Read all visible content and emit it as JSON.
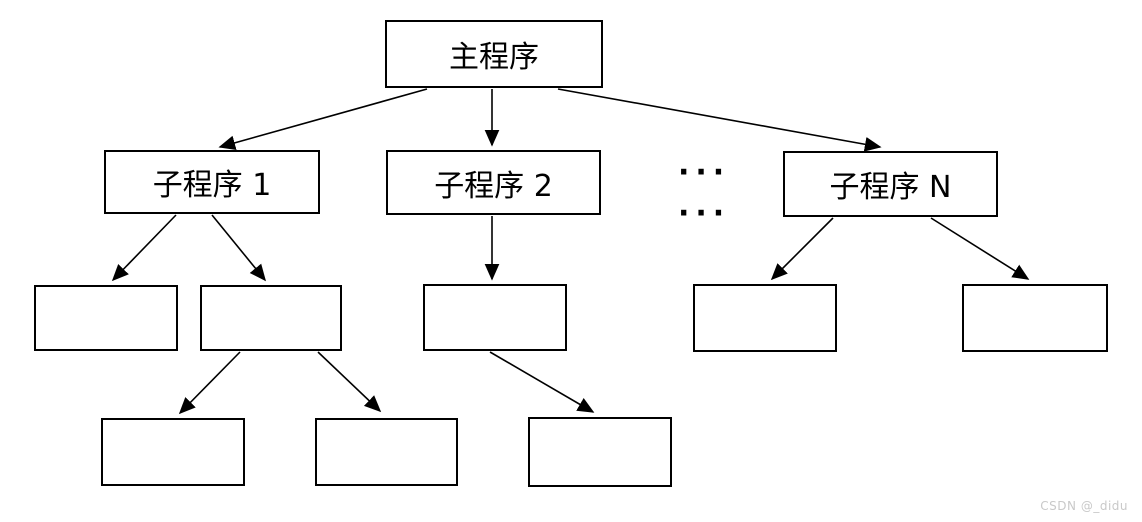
{
  "diagram": {
    "type": "tree-flowchart",
    "nodes": {
      "main": {
        "label": "主程序"
      },
      "sub1": {
        "label": "子程序 1"
      },
      "sub2": {
        "label": "子程序 2"
      },
      "subN": {
        "label": "子程序 N"
      },
      "l3_child1": {
        "label": ""
      },
      "l3_child2": {
        "label": ""
      },
      "l3_child3": {
        "label": ""
      },
      "l3_child4": {
        "label": ""
      },
      "l3_child5": {
        "label": ""
      },
      "l4_child1": {
        "label": ""
      },
      "l4_child2": {
        "label": ""
      },
      "l4_child3": {
        "label": ""
      }
    },
    "edges": [
      "main->sub1",
      "main->sub2",
      "main->subN",
      "sub1->l3_child1",
      "sub1->l3_child2",
      "sub2->l3_child3",
      "subN->l3_child4",
      "subN->l3_child5",
      "l3_child2->l4_child1",
      "l3_child2->l4_child2",
      "l3_child3->l4_child3"
    ],
    "ellipsis": {
      "row1": "···",
      "row2": "···"
    },
    "watermark": "CSDN @_didu",
    "colors": {
      "box_border": "#000000",
      "box_fill": "#ffffff",
      "arrow": "#000000",
      "background": "#ffffff",
      "watermark_text": "#c9c9c9"
    }
  }
}
